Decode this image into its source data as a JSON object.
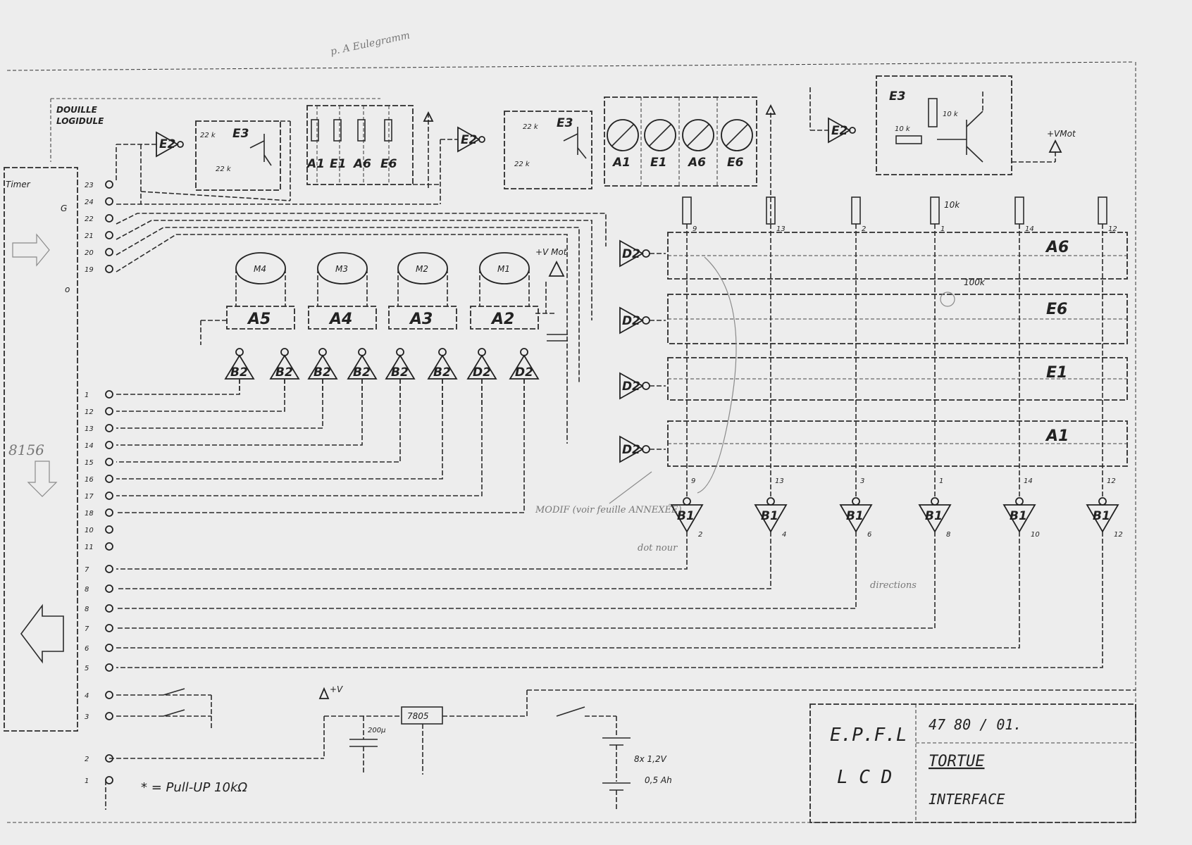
{
  "pencil_note": "p. A Eulegramm",
  "connector": {
    "line1": "DOUILLE",
    "line2": "LOGIDULE"
  },
  "left_labels": {
    "timer": "Timer",
    "chip_8156": "8156",
    "g": "G",
    "side_o": "o"
  },
  "port_groups": {
    "top": [
      "23",
      "24",
      "22",
      "21",
      "20",
      "19"
    ],
    "mid": [
      "1",
      "12",
      "13",
      "14",
      "15",
      "16",
      "17",
      "18",
      "10",
      "11"
    ],
    "low": [
      "7",
      "8",
      "8",
      "7",
      "6",
      "5"
    ],
    "bottom": [
      "4",
      "3",
      "2",
      "1"
    ]
  },
  "blocks": {
    "e3_left": "E3",
    "e2_left": "E2",
    "e2_mid": "E2",
    "e3_mid": "E3",
    "e3_top": "E3",
    "e2_top": "E2",
    "r22k_a": "22 k",
    "r22k_b": "22 k",
    "r22k_c": "22 k",
    "r22k_d": "22 k",
    "r10k_a": "10 k",
    "r10k_b": "10 k",
    "vmot1": "+VMot",
    "vmot2": "+V Mot",
    "vplus": "+V"
  },
  "lamp_pairs": [
    "A1",
    "E1",
    "A6",
    "E6"
  ],
  "lamp_labels": [
    "A1",
    "E1",
    "A6",
    "E6"
  ],
  "motors": [
    "M4",
    "M3",
    "M2",
    "M1"
  ],
  "drivers": [
    "A5",
    "A4",
    "A3",
    "A2"
  ],
  "b2_gates": [
    "B2",
    "B2",
    "B2",
    "B2",
    "B2",
    "B2",
    "D2",
    "D2"
  ],
  "d2_gates": [
    "D2",
    "D2",
    "D2",
    "D2"
  ],
  "b1_gates": [
    "B1",
    "B1",
    "B1",
    "B1",
    "B1",
    "B1"
  ],
  "row_labels": [
    "A6",
    "E6",
    "E1",
    "A1"
  ],
  "pin_numbers": {
    "b1_top": [
      "9",
      "13",
      "3",
      "1",
      "14",
      "12"
    ],
    "b1_out": [
      "2",
      "4",
      "6",
      "8",
      "10",
      "12"
    ],
    "res_top": [
      "9",
      "13",
      "2",
      "1",
      "14",
      "12"
    ]
  },
  "annotations": {
    "r10k": "10k",
    "r100k": "100k",
    "modif": "MODIF (voir feuille ANNEXÉE)",
    "pencil_a": "dot nour",
    "pencil_b": "directions",
    "cap": "200μ",
    "regulator": "7805",
    "battery_line1": "8x 1,2V",
    "battery_line2": "0,5 Ah",
    "pullup": "* = Pull-UP 10kΩ"
  },
  "title_block": {
    "org": "E.P.F.L",
    "dept": "L C D",
    "number": "47 80 / 01.",
    "title": "TORTUE",
    "subtitle": "INTERFACE"
  }
}
